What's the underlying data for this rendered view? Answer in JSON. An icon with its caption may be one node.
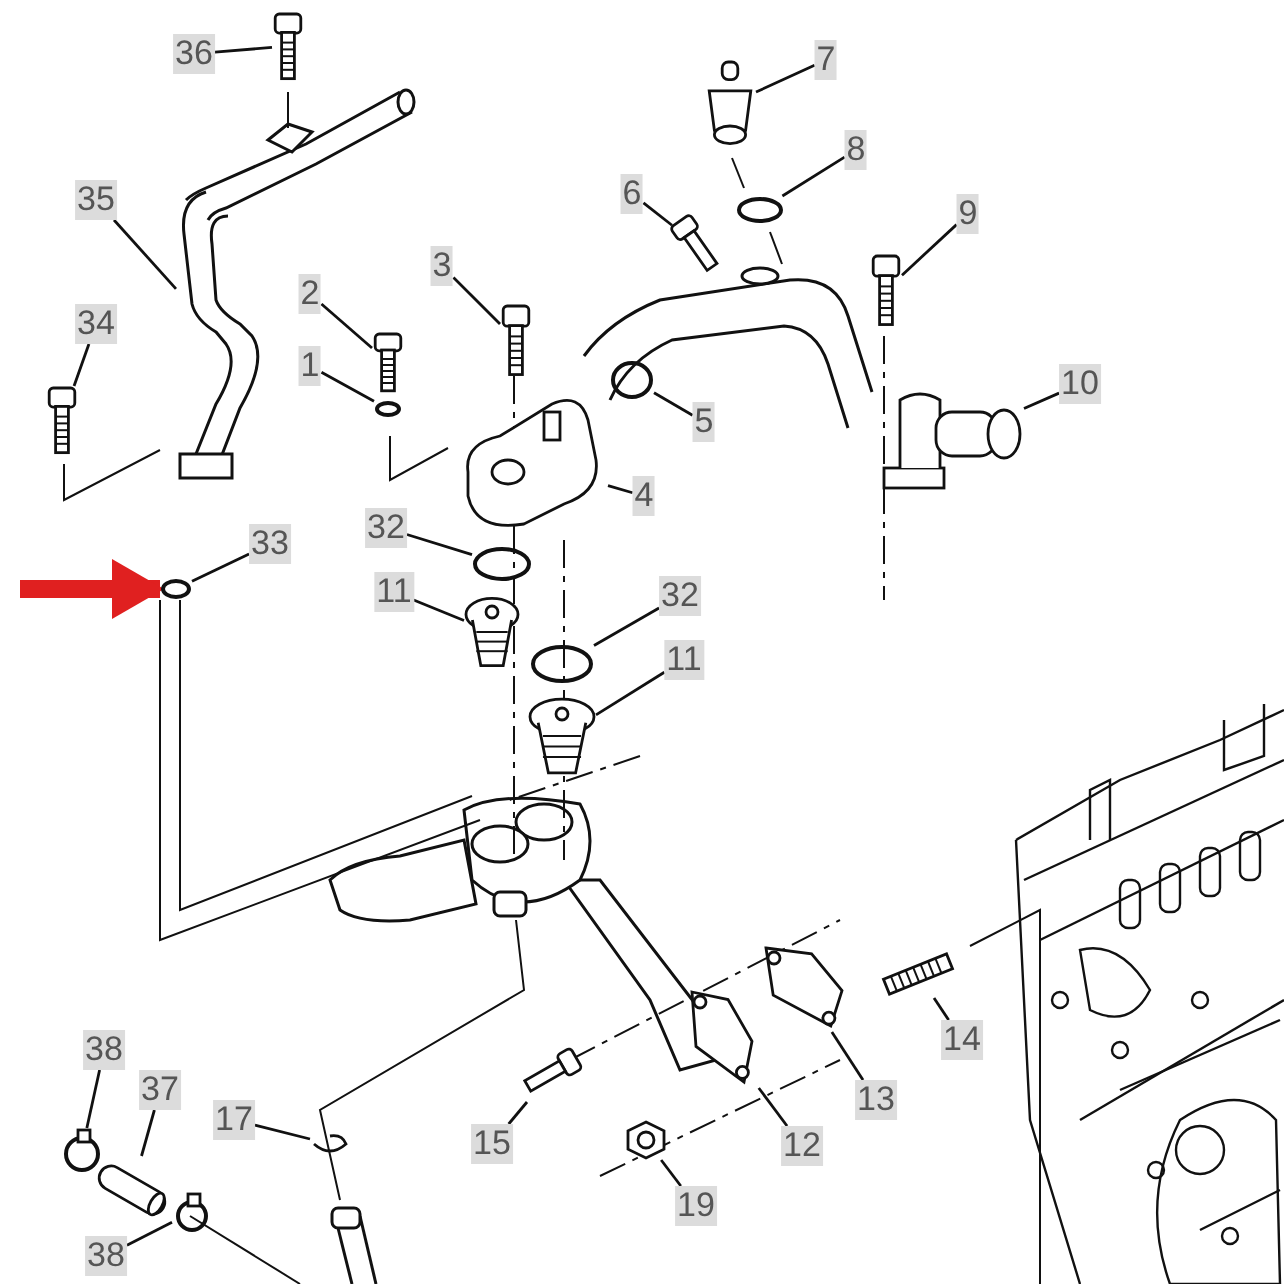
{
  "diagram": {
    "nodes": [
      {
        "text": [
          "36"
        ]
      },
      {
        "text": [],
        "shape": "picture"
      },
      {
        "text": [
          "7"
        ]
      },
      {
        "text": [],
        "shape": "picture"
      },
      {
        "text": [
          "8"
        ]
      },
      {
        "text": [],
        "shape": "circle"
      },
      {
        "text": [
          "35"
        ]
      },
      {
        "text": [],
        "shape": "picture"
      },
      {
        "text": [
          "6"
        ]
      },
      {
        "text": [],
        "shape": "picture"
      },
      {
        "text": [
          "9"
        ]
      },
      {
        "text": [],
        "shape": "picture"
      },
      {
        "text": [
          "3"
        ]
      },
      {
        "text": [],
        "shape": "picture"
      },
      {
        "text": [
          "2"
        ]
      },
      {
        "text": [],
        "shape": "picture"
      },
      {
        "text": [
          "34"
        ]
      },
      {
        "text": [],
        "shape": "picture"
      },
      {
        "text": [
          "1"
        ]
      },
      {
        "text": [],
        "shape": "circle"
      },
      {
        "text": [
          "5"
        ]
      },
      {
        "text": [],
        "shape": "circle"
      },
      {
        "text": [
          "10"
        ]
      },
      {
        "text": [],
        "shape": "picture"
      },
      {
        "text": [
          "4"
        ]
      },
      {
        "text": [],
        "shape": "picture"
      },
      {
        "text": [
          "32"
        ]
      },
      {
        "text": [],
        "shape": "circle"
      },
      {
        "text": [
          "33"
        ]
      },
      {
        "text": [],
        "shape": "circle"
      },
      {
        "text": [
          "11"
        ]
      },
      {
        "text": [],
        "shape": "picture"
      },
      {
        "text": [
          "32"
        ]
      },
      {
        "text": [],
        "shape": "circle"
      },
      {
        "text": [
          "11"
        ]
      },
      {
        "text": [],
        "shape": "picture"
      },
      {
        "text": [
          "14"
        ]
      },
      {
        "text": [],
        "shape": "picture"
      },
      {
        "text": [
          "13"
        ]
      },
      {
        "text": [],
        "shape": "picture"
      },
      {
        "text": [
          "15"
        ]
      },
      {
        "text": [],
        "shape": "picture"
      },
      {
        "text": [
          "12"
        ]
      },
      {
        "text": [],
        "shape": "picture"
      },
      {
        "text": [
          "38"
        ]
      },
      {
        "text": [],
        "shape": "circle"
      },
      {
        "text": [
          "37"
        ]
      },
      {
        "text": [],
        "shape": "picture"
      },
      {
        "text": [
          "17"
        ]
      },
      {
        "text": [],
        "shape": "picture"
      },
      {
        "text": [
          "19"
        ]
      },
      {
        "text": [],
        "shape": "picture"
      },
      {
        "text": [
          "38"
        ]
      },
      {
        "text": [],
        "shape": "circle"
      }
    ],
    "edges": [
      {
        "from": 0,
        "to": 1,
        "arrow": "none"
      },
      {
        "from": 2,
        "to": 3,
        "arrow": "none"
      },
      {
        "from": 4,
        "to": 5,
        "arrow": "none"
      },
      {
        "from": 6,
        "to": 7,
        "arrow": "none"
      },
      {
        "from": 8,
        "to": 9,
        "arrow": "none"
      },
      {
        "from": 10,
        "to": 11,
        "arrow": "none"
      },
      {
        "from": 12,
        "to": 13,
        "arrow": "none"
      },
      {
        "from": 14,
        "to": 15,
        "arrow": "none"
      },
      {
        "from": 16,
        "to": 17,
        "arrow": "none"
      },
      {
        "from": 18,
        "to": 19,
        "arrow": "none"
      },
      {
        "from": 20,
        "to": 21,
        "arrow": "none"
      },
      {
        "from": 22,
        "to": 23,
        "arrow": "none"
      },
      {
        "from": 24,
        "to": 25,
        "arrow": "none"
      },
      {
        "from": 26,
        "to": 27,
        "arrow": "none"
      },
      {
        "from": 28,
        "to": 29,
        "arrow": "none"
      },
      {
        "from": 30,
        "to": 31,
        "arrow": "none"
      },
      {
        "from": 32,
        "to": 33,
        "arrow": "none"
      },
      {
        "from": 34,
        "to": 35,
        "arrow": "none"
      },
      {
        "from": 36,
        "to": 37,
        "arrow": "none"
      },
      {
        "from": 38,
        "to": 39,
        "arrow": "none"
      },
      {
        "from": 40,
        "to": 41,
        "arrow": "none"
      },
      {
        "from": 42,
        "to": 43,
        "arrow": "none"
      },
      {
        "from": 44,
        "to": 45,
        "arrow": "none"
      },
      {
        "from": 46,
        "to": 47,
        "arrow": "none"
      },
      {
        "from": 48,
        "to": 49,
        "arrow": "none"
      },
      {
        "from": 50,
        "to": 51,
        "arrow": "none"
      },
      {
        "from": 52,
        "to": 53,
        "arrow": "none"
      },
      {
        "from": null,
        "to": 29,
        "arrow": "to",
        "style": "thick",
        "color": "#e02020"
      }
    ]
  }
}
